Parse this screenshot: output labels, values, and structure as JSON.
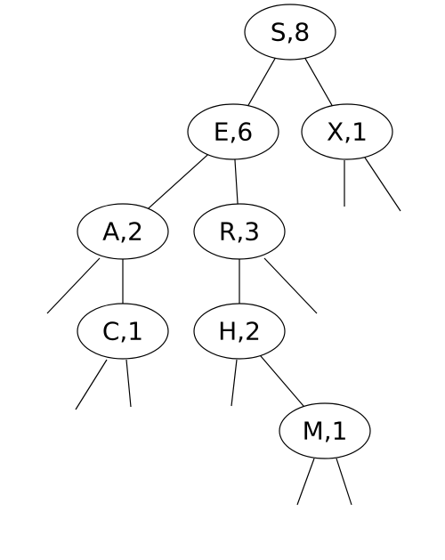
{
  "nodes": [
    {
      "id": "S",
      "label": "S,8"
    },
    {
      "id": "E",
      "label": "E,6"
    },
    {
      "id": "X",
      "label": "X,1"
    },
    {
      "id": "A",
      "label": "A,2"
    },
    {
      "id": "R",
      "label": "R,3"
    },
    {
      "id": "C",
      "label": "C,1"
    },
    {
      "id": "H",
      "label": "H,2"
    },
    {
      "id": "M",
      "label": "M,1"
    }
  ],
  "edges": [
    {
      "from": "S",
      "to": "E"
    },
    {
      "from": "S",
      "to": "X"
    },
    {
      "from": "E",
      "to": "A"
    },
    {
      "from": "E",
      "to": "R"
    },
    {
      "from": "A",
      "to": "C"
    },
    {
      "from": "R",
      "to": "H"
    },
    {
      "from": "H",
      "to": "M"
    }
  ]
}
